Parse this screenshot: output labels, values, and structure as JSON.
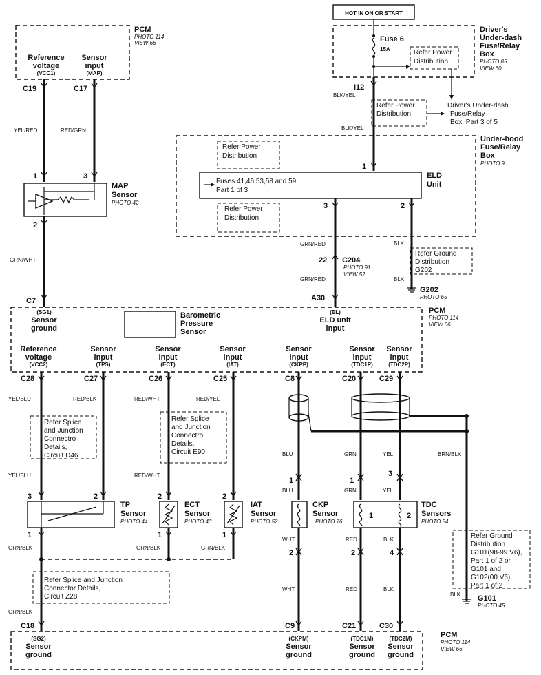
{
  "hot_label": "HOT IN ON OR START",
  "pcm_top": {
    "title": "PCM",
    "photo": "PHOTO 114",
    "view": "VIEW 66",
    "ref_l1": "Reference",
    "ref_l2": "voltage",
    "ref_code": "(VCC1)",
    "sen_l1": "Sensor",
    "sen_l2": "input",
    "sen_code": "(MAP)",
    "pin1": "C19",
    "pin2": "C17"
  },
  "fusebox": {
    "l1": "Driver's",
    "l2": "Under-dash",
    "l3": "Fuse/Relay",
    "l4": "Box",
    "photo": "PHOTO 85",
    "view": "VIEW 60",
    "fuse": "Fuse 6",
    "amp": "15A",
    "refer1": "Refer Power",
    "refer2": "Distribution"
  },
  "dud": {
    "l1": "Driver's Under-dash",
    "l2": "Fuse/Relay",
    "l3": "Box, Part 3 of 5"
  },
  "i12": "I12",
  "blk_yel": "BLK/YEL",
  "refer_pd_a": {
    "l1": "Refer Power",
    "l2": "Distribution"
  },
  "wires_map": {
    "yel_red": "YEL/RED",
    "red_grn": "RED/GRN",
    "grn_wht": "GRN/WHT"
  },
  "map": {
    "name": "MAP",
    "sensor": "Sensor",
    "photo": "PHOTO 42",
    "p1": "1",
    "p3": "3",
    "p2": "2"
  },
  "underhood": {
    "l1": "Under-hood",
    "l2": "Fuse/Relay",
    "l3": "Box",
    "photo": "PHOTO 9",
    "refer1a": "Refer Power",
    "refer1b": "Distribution",
    "refer2a": "Refer Power",
    "refer2b": "Distribution",
    "fuses1": "Fuses 41,46,53,58 and 59,",
    "fuses2": "Part 1 of 3",
    "eld1": "ELD",
    "eld2": "Unit",
    "p1": "1",
    "p3": "3",
    "p2": "2"
  },
  "eld_wires": {
    "grn_red": "GRN/RED",
    "c204": "C204",
    "pin22": "22",
    "photo": "PHOTO 91",
    "view": "VIEW 52",
    "a30": "A30",
    "blk": "BLK"
  },
  "ground_g202": {
    "l1": "Refer Ground",
    "l2": "Distribution",
    "l3": "G202",
    "g": "G202",
    "photo": "PHOTO 65"
  },
  "pcm_mid": {
    "title": "PCM",
    "photo": "PHOTO 114",
    "view": "VIEW 66",
    "c7": "C7",
    "sg1": "(SG1)",
    "sg1_l1": "Sensor",
    "sg1_l2": "ground",
    "baro1": "Barometric",
    "baro2": "Pressure",
    "baro3": "Sensor",
    "el": "(EL)",
    "eld_l1": "ELD unit",
    "eld_l2": "input",
    "cols": [
      {
        "l1": "Reference",
        "l2": "voltage",
        "code": "(VCC2)",
        "pin": "C28"
      },
      {
        "l1": "Sensor",
        "l2": "input",
        "code": "(TPS)",
        "pin": "C27"
      },
      {
        "l1": "Sensor",
        "l2": "input",
        "code": "(ECT)",
        "pin": "C26"
      },
      {
        "l1": "Sensor",
        "l2": "input",
        "code": "(IAT)",
        "pin": "C25"
      },
      {
        "l1": "Sensor",
        "l2": "input",
        "code": "(CKPP)",
        "pin": "C8"
      },
      {
        "l1": "Sensor",
        "l2": "input",
        "code": "(TDC1P)",
        "pin": "C20"
      },
      {
        "l1": "Sensor",
        "l2": "input",
        "code": "(TDC2P)",
        "pin": "C29"
      }
    ]
  },
  "lower_wires": {
    "yel_blu": "YEL/BLU",
    "red_blk": "RED/BLK",
    "red_wht": "RED/WHT",
    "red_yel": "RED/YEL",
    "blu": "BLU",
    "grn": "GRN",
    "yel": "YEL",
    "brn_blk": "BRN/BLK",
    "grn_blk": "GRN/BLK",
    "wht": "WHT",
    "red": "RED",
    "blk": "BLK"
  },
  "refer_d46": {
    "l1": "Refer Splice",
    "l2": "and Junction",
    "l3": "Connectro",
    "l4": "Details,",
    "l5": "Circuit D46"
  },
  "refer_e90": {
    "l1": "Refer Splice",
    "l2": "and Junction",
    "l3": "Connectro",
    "l4": "Details,",
    "l5": "Circuit E90"
  },
  "tp": {
    "name": "TP",
    "sensor": "Sensor",
    "photo": "PHOTO 44",
    "p3": "3",
    "p2": "2",
    "p1": "1"
  },
  "ect": {
    "name": "ECT",
    "sensor": "Sensor",
    "photo": "PHOTO 43",
    "p2": "2",
    "p1": "1"
  },
  "iat": {
    "name": "IAT",
    "sensor": "Sensor",
    "photo": "PHOTO 52",
    "p2": "2",
    "p1": "1"
  },
  "ckp": {
    "name": "CKP",
    "sensor": "Sensor",
    "photo": "PHOTO 76",
    "p1": "1",
    "p2": "2"
  },
  "tdc": {
    "name": "TDC",
    "sensor": "Sensors",
    "photo": "PHOTO 54",
    "p1": "1",
    "p3": "3",
    "p2": "2",
    "p4": "4",
    "in1": "1",
    "in2": "2"
  },
  "ground_g101": {
    "l1": "Refer Ground",
    "l2": "Distribution",
    "l3": "G101(98-99 V6),",
    "l4": "Part 1 of 2  or",
    "l5": "G101 and",
    "l6": "G102(00 V6),",
    "l7": "Part 1 of 2",
    "blk": "BLK",
    "g": "G101",
    "photo": "PHOTO 45"
  },
  "refer_z28": {
    "l1": "Refer Splice and Junction",
    "l2": "Connector Details,",
    "l3": "Circuit Z28"
  },
  "pcm_bot": {
    "title": "PCM",
    "photo": "PHOTO 114",
    "view": "VIEW 66",
    "c18": "C18",
    "sg2": "(SG2)",
    "c9": "C9",
    "ckpm": "(CKPM)",
    "c21": "C21",
    "tdc1m": "(TDC1M)",
    "c30": "C30",
    "tdc2m": "(TDC2M)",
    "s_l1": "Sensor",
    "s_l2": "ground"
  }
}
